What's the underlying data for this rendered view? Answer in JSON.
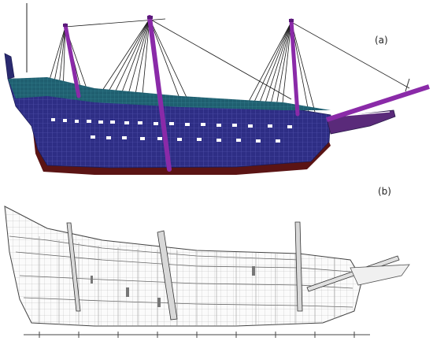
{
  "labels": {
    "panel_a": "(a)",
    "panel_b": "(b)"
  },
  "colors": {
    "hull_shadow": "#5b1414",
    "hull_mesh": "#2a2a7a",
    "hull_top": "#1f6b78",
    "mast": "#8a2aa8",
    "rigging": "#1a1a1a",
    "port": "#ffffff",
    "drawing_line": "#555555"
  },
  "panels": [
    {
      "id": "a",
      "style": "3d-mesh-model",
      "masts": 4
    },
    {
      "id": "b",
      "style": "line-drawing-section",
      "masts": 4
    }
  ]
}
